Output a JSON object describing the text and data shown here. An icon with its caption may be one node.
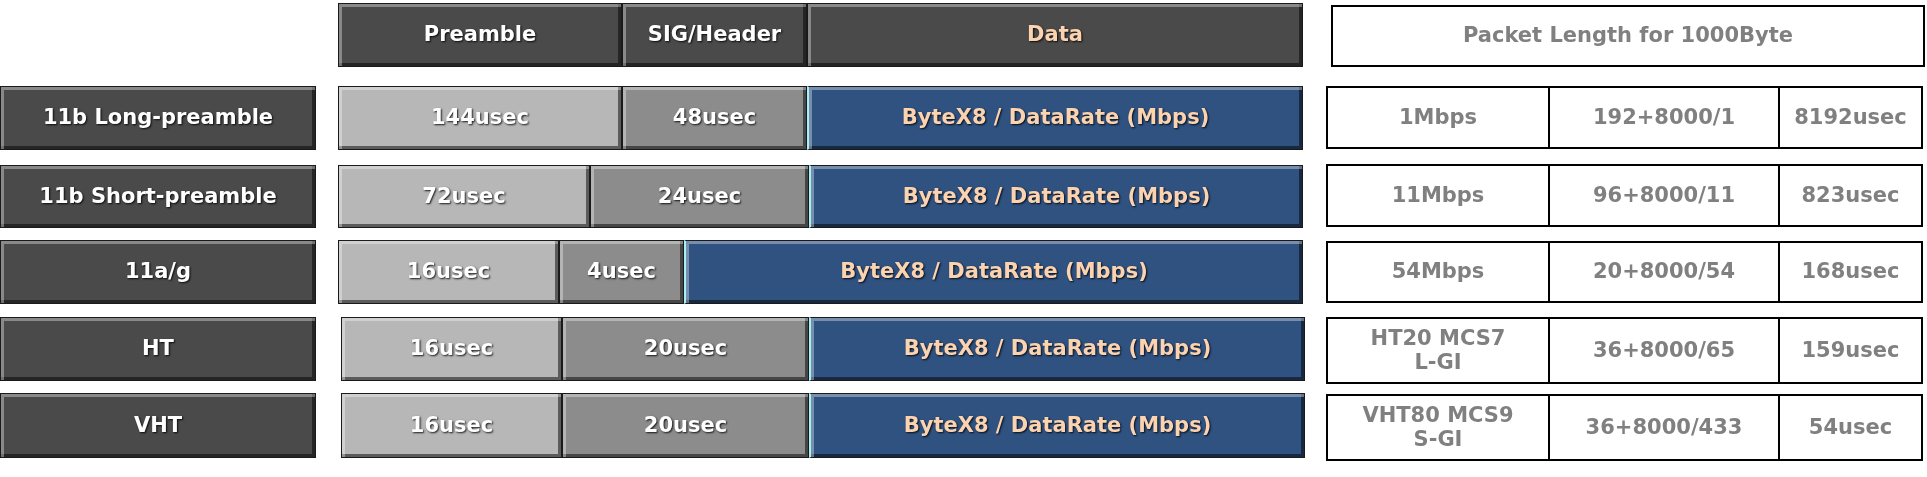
{
  "diagram": {
    "nodes": [
      {
        "text": [
          "Preamble"
        ]
      },
      {
        "text": [
          "SIG/Header"
        ]
      },
      {
        "text": [
          "Data"
        ]
      },
      {
        "text": [
          "Packet Length for 1000Byte"
        ]
      },
      {
        "text": [
          "11b Long-preamble"
        ]
      },
      {
        "text": [
          "144usec"
        ]
      },
      {
        "text": [
          "48usec"
        ]
      },
      {
        "text": [
          "ByteX8 / DataRate (Mbps)"
        ]
      },
      {
        "text": [
          "1Mbps"
        ]
      },
      {
        "text": [
          "192+8000/1"
        ]
      },
      {
        "text": [
          "8192usec"
        ]
      },
      {
        "text": [
          "11b Short-preamble"
        ]
      },
      {
        "text": [
          "72usec"
        ]
      },
      {
        "text": [
          "24usec"
        ]
      },
      {
        "text": [
          "ByteX8 / DataRate (Mbps)"
        ]
      },
      {
        "text": [
          "11Mbps"
        ]
      },
      {
        "text": [
          "96+8000/11"
        ]
      },
      {
        "text": [
          "823usec"
        ]
      },
      {
        "text": [
          "11a/g"
        ]
      },
      {
        "text": [
          "16usec"
        ]
      },
      {
        "text": [
          "4usec"
        ]
      },
      {
        "text": [
          "ByteX8 / DataRate (Mbps)"
        ]
      },
      {
        "text": [
          "54Mbps"
        ]
      },
      {
        "text": [
          "20+8000/54"
        ]
      },
      {
        "text": [
          "168usec"
        ]
      },
      {
        "text": [
          "HT"
        ]
      },
      {
        "text": [
          "16usec"
        ]
      },
      {
        "text": [
          "20usec"
        ]
      },
      {
        "text": [
          "ByteX8 / DataRate (Mbps)"
        ]
      },
      {
        "text": [
          "HT20 MCS7 L-GI"
        ]
      },
      {
        "text": [
          "36+8000/65"
        ]
      },
      {
        "text": [
          "159usec"
        ]
      },
      {
        "text": [
          "VHT"
        ]
      },
      {
        "text": [
          "16usec"
        ]
      },
      {
        "text": [
          "20usec"
        ]
      },
      {
        "text": [
          "ByteX8 / DataRate (Mbps)"
        ]
      },
      {
        "text": [
          "VHT80 MCS9 S-GI"
        ]
      },
      {
        "text": [
          "36+8000/433"
        ]
      },
      {
        "text": [
          "54usec"
        ]
      }
    ]
  }
}
